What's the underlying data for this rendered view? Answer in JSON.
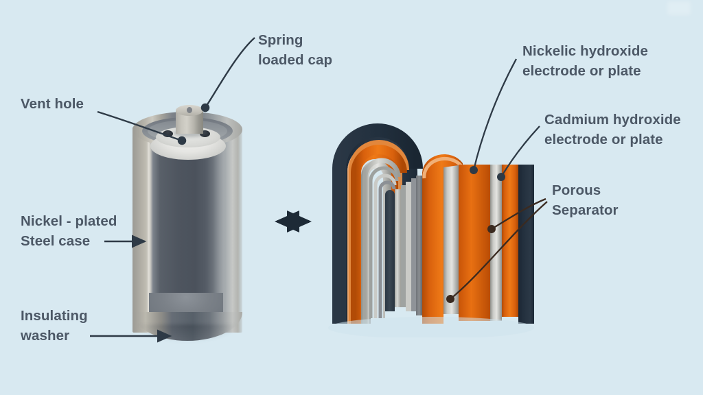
{
  "diagram": {
    "title": "Nickel-Cadmium cell cutaway and rolled electrode assembly",
    "background_color": "#d8e9f1",
    "label_color": "#4c5866",
    "leader_color": "#2e3a46"
  },
  "labels": {
    "spring_loaded_cap": "Spring\nloaded cap",
    "vent_hole": "Vent hole",
    "nickel_plated_steel_case": "Nickel - plated\nSteel case",
    "insulating_washer": "Insulating\nwasher",
    "nickelic_hydroxide": "Nickelic hydroxide\nelectrode or plate",
    "cadmium_hydroxide": "Cadmium hydroxide\nelectrode or plate",
    "porous_separator": "Porous\nSeparator"
  },
  "icons": {
    "expand_arrow": "double-headed-arrow"
  },
  "colors": {
    "background": "#d8e9f1",
    "case_steel_light": "#cfcdc4",
    "case_steel_mid": "#9b9a94",
    "case_interior_dark": "#4e555f",
    "cap_gray": "#c4c2ba",
    "seal_white": "#ecece9",
    "electrode_navy": "#22303f",
    "electrode_orange": "#d9610d",
    "separator_silver": "#b8b9b4",
    "separator_light": "#dcdcd8",
    "arrow_dark": "#1d2a36"
  },
  "structures": {
    "left_cell": {
      "name": "cylindrical NiCd cell cutaway",
      "parts": [
        "spring loaded cap",
        "vent hole",
        "nickel-plated steel case",
        "insulating washer"
      ]
    },
    "right_roll": {
      "name": "spiral wound electrode roll",
      "layers": [
        "Cadmium hydroxide electrode",
        "Porous Separator",
        "Nickelic hydroxide electrode",
        "Porous Separator"
      ]
    }
  }
}
